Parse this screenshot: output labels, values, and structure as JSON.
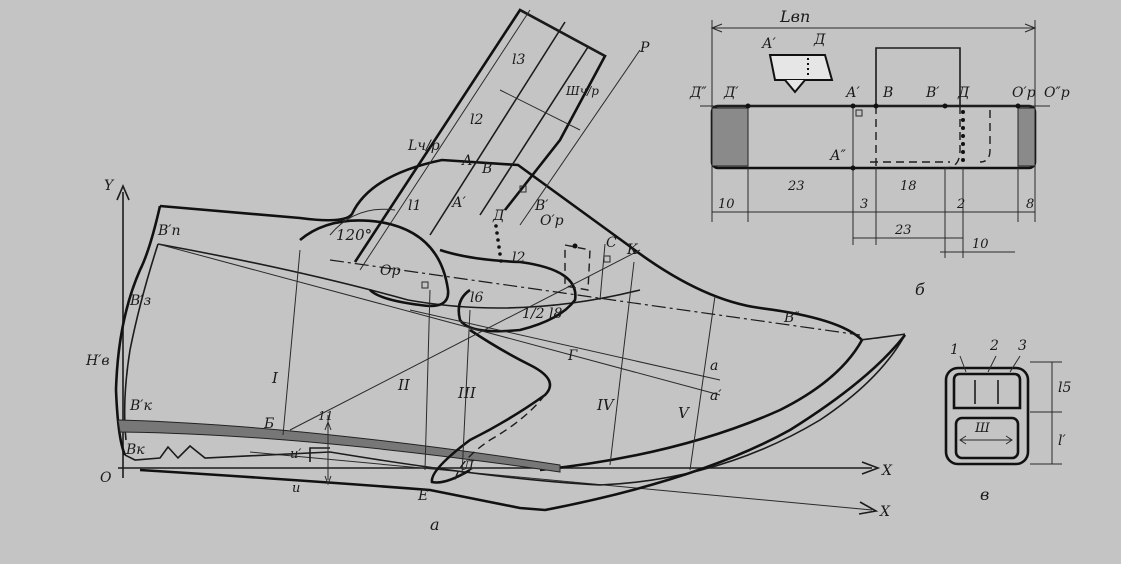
{
  "figure_a": {
    "caption": "а",
    "axes": {
      "y_label": "Y",
      "x_label": "X",
      "x2_label": "X",
      "origin_label": "O"
    },
    "points": {
      "v_p": "В′п",
      "v_z": "В′з",
      "n_v": "Н′в",
      "v_k_prime": "В′к",
      "v_k": "Вк",
      "b": "Б",
      "u_prime": "u′",
      "u": "u",
      "e": "Е",
      "l": "Л",
      "a": "А",
      "v": "В",
      "a_prime": "А′",
      "b_prime": "В′",
      "d": "Д",
      "o_p_prime": "О′р",
      "o_p": "Ор",
      "c": "С",
      "k": "К",
      "g": "Г",
      "v_dbl": "В″",
      "p": "Р",
      "a_lower": "а",
      "a_lower_prime": "а′"
    },
    "sections": [
      "I",
      "II",
      "III",
      "IV",
      "V"
    ],
    "dims": {
      "l3": "l3",
      "l2": "l2",
      "lch": "Lч/р",
      "shch": "Шч/р",
      "l1": "l1",
      "l_small_2": "l2",
      "l6": "l6",
      "half_l8": "1/2 l8",
      "eleven": "11"
    },
    "angle": "120°"
  },
  "figure_b": {
    "caption": "б",
    "title": "Lвп",
    "points": {
      "d_dbl": "Д″",
      "d_prime": "Д′",
      "a_prime": "А′",
      "v": "В",
      "v_prime": "В′",
      "d": "Д",
      "o_p_prime": "О′р",
      "o_p_dbl": "О″р",
      "a_dbl": "А″",
      "icon_a": "А′",
      "icon_d": "Д"
    },
    "dims": {
      "d10": "10",
      "d23": "23",
      "d3": "3",
      "d18": "18",
      "d2": "2",
      "d8": "8",
      "d23b": "23",
      "d10b": "10"
    }
  },
  "figure_c": {
    "caption": "в",
    "labels": {
      "n1": "1",
      "n2": "2",
      "n3": "3",
      "w": "Ш",
      "l5": "l5",
      "l_prime": "l′"
    }
  }
}
